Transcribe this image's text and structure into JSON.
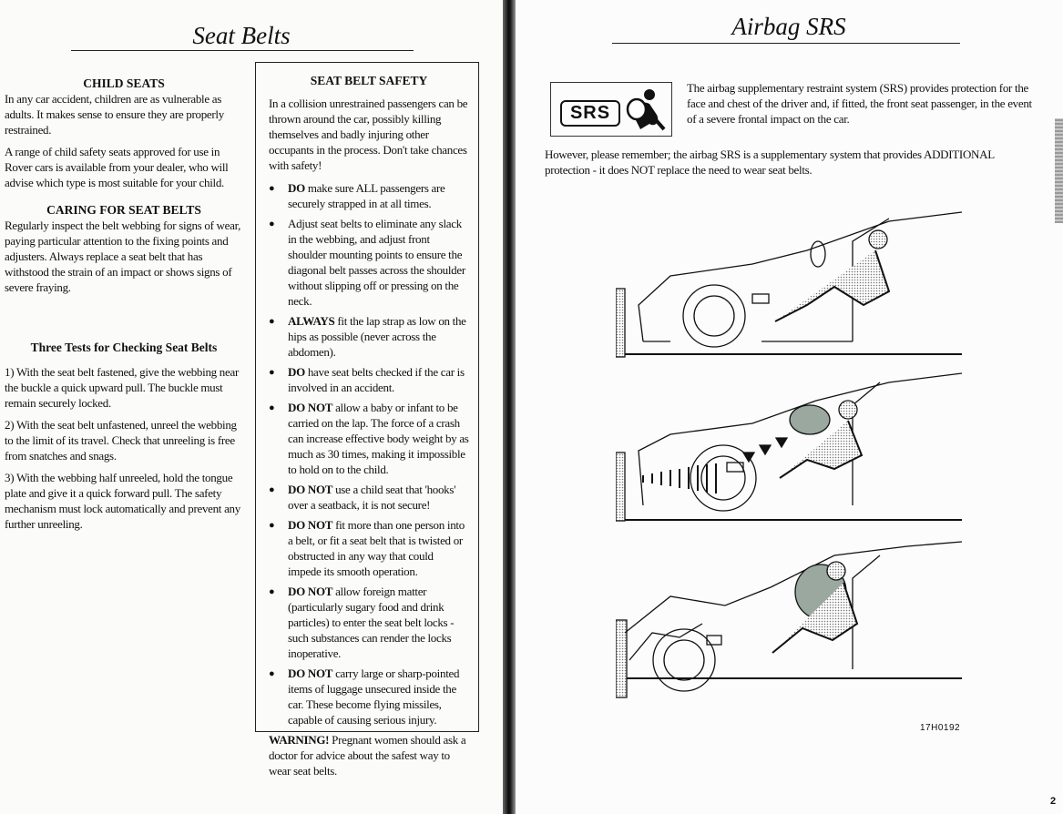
{
  "left_page": {
    "title": "Seat Belts",
    "child_seats": {
      "heading": "CHILD SEATS",
      "paragraphs": [
        "In any car accident, children are as vulnerable as adults. It makes sense to ensure they are properly restrained.",
        "A range of child safety seats approved for use in Rover cars is available from your dealer, who will advise which type is most suitable for your child."
      ]
    },
    "caring": {
      "heading": "CARING FOR SEAT BELTS",
      "paragraph": "Regularly inspect the belt webbing for signs of wear, paying particular attention to the fixing points and adjusters. Always replace a seat belt that has withstood the strain of an impact or shows signs of severe fraying."
    },
    "tests": {
      "heading": "Three Tests for Checking Seat Belts",
      "items": [
        "1) With the seat belt fastened, give the webbing near the buckle a quick upward pull. The buckle must remain securely locked.",
        "2) With the seat belt unfastened, unreel the webbing to the limit of its travel. Check that unreeling is free from snatches and snags.",
        "3) With the webbing half unreeled, hold the tongue plate and give it a quick forward pull. The safety mechanism must lock automatically and prevent any further unreeling."
      ]
    },
    "safety_box": {
      "heading": "SEAT BELT SAFETY",
      "intro": "In a collision unrestrained passengers can be thrown around the car, possibly killing themselves and badly injuring other occupants in the process. Don't take chances with safety!",
      "bullets": [
        {
          "lead": "DO",
          "text": " make sure ALL passengers are securely strapped in at all times."
        },
        {
          "lead": "",
          "text": "Adjust seat belts to eliminate any slack in the webbing, and adjust front shoulder mounting points to ensure the diagonal belt passes across the shoulder without slipping off or pressing on the neck."
        },
        {
          "lead": "ALWAYS",
          "text": " fit the lap strap as low on the hips as possible (never across the abdomen)."
        },
        {
          "lead": "DO",
          "text": " have seat belts checked if the car is involved in an accident."
        },
        {
          "lead": "DO NOT",
          "text": " allow a baby or infant to be carried on the lap. The force of a crash can increase effective body weight by as much as 30 times, making it impossible to hold on to the child."
        },
        {
          "lead": "DO NOT",
          "text": " use a child seat that 'hooks' over a seatback, it is not secure!"
        },
        {
          "lead": "DO NOT",
          "text": " fit more than one person into a belt, or fit a seat belt that is twisted or obstructed in any way that could impede its smooth operation."
        },
        {
          "lead": "DO NOT",
          "text": " allow foreign matter (particularly sugary food and drink particles) to enter the seat belt locks - such substances can render the locks inoperative."
        },
        {
          "lead": "DO NOT",
          "text": " carry large or sharp-pointed items of luggage unsecured inside the car. These become flying missiles, capable of causing serious injury."
        }
      ],
      "warning_lead": "WARNING!",
      "warning_text": " Pregnant women should ask a doctor for advice about the safest way to wear seat belts."
    }
  },
  "right_page": {
    "title": "Airbag SRS",
    "srs_label": "SRS",
    "srs_icon": "airbag-person-icon",
    "intro": "The airbag supplementary restraint system (SRS) provides protection for the face and chest of the driver and, if fitted, the front seat passenger, in the event of a severe frontal impact on the car.",
    "however": "However, please remember; the airbag SRS is a supplementary system that provides ADDITIONAL protection - it does NOT replace the need to wear seat belts.",
    "figure_code": "17H0192",
    "page_number": "2"
  },
  "colors": {
    "paper": "#fbfbfa",
    "ink": "#111111",
    "airbag": "#9aa8a0",
    "gutter": "#111111"
  }
}
